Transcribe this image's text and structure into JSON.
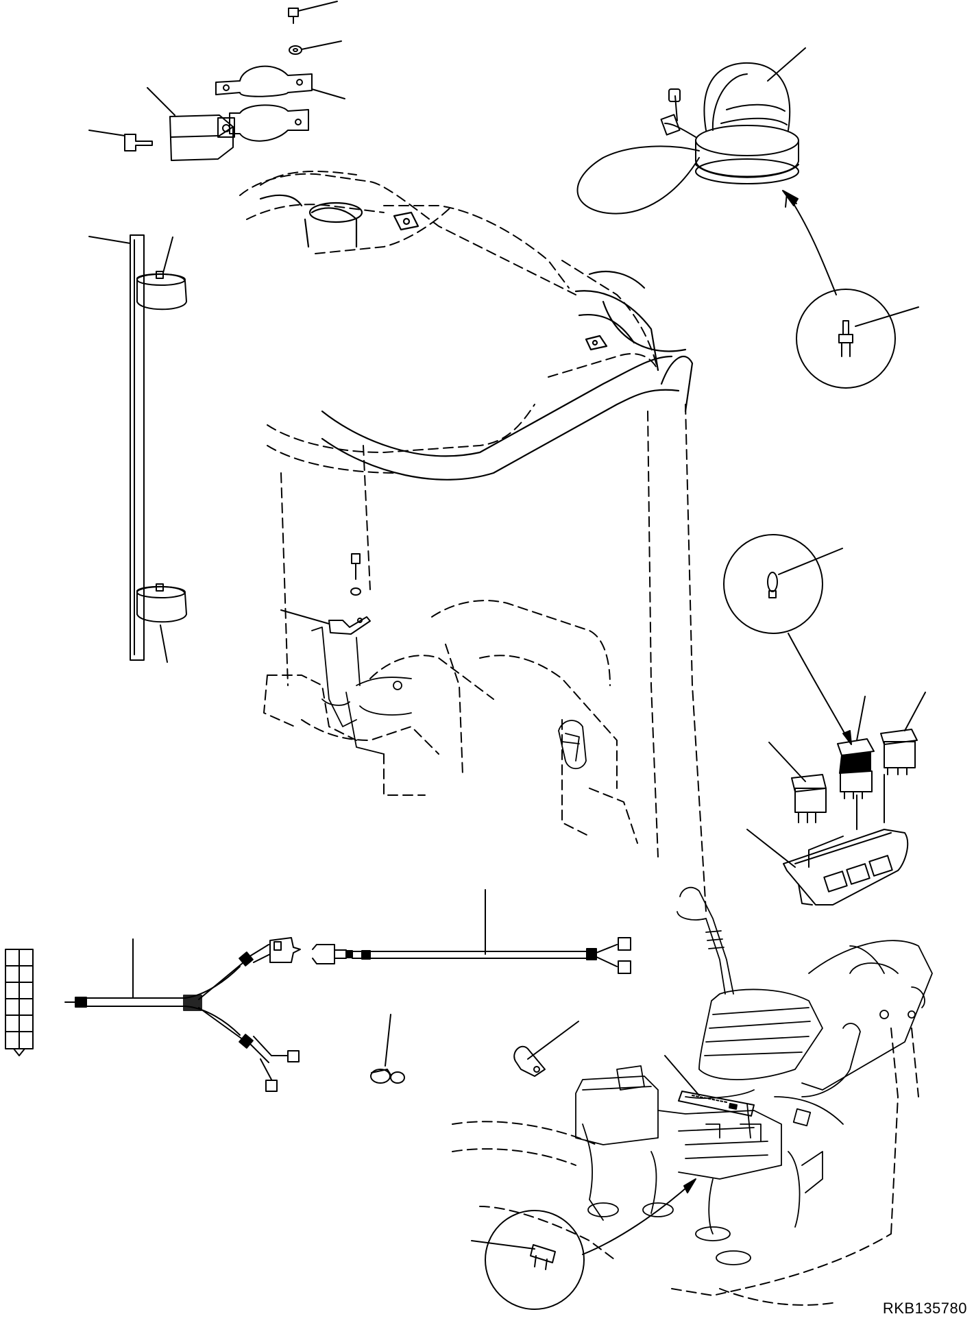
{
  "drawing": {
    "reference_code": "RKB135780"
  },
  "parts": [
    {
      "name": "bolt-top"
    },
    {
      "name": "washer-top"
    },
    {
      "name": "bracket-clamp"
    },
    {
      "name": "beacon-mount-box"
    },
    {
      "name": "pin-connector"
    },
    {
      "name": "rotating-beacon-lamp"
    },
    {
      "name": "halogen-bulb"
    },
    {
      "name": "mounting-pole"
    },
    {
      "name": "pole-clamp-upper"
    },
    {
      "name": "pole-clamp-lower"
    },
    {
      "name": "cab-bracket"
    },
    {
      "name": "rocker-switch-left"
    },
    {
      "name": "rocker-switch-center"
    },
    {
      "name": "rocker-switch-right"
    },
    {
      "name": "switch-panel"
    },
    {
      "name": "switch-bulb"
    },
    {
      "name": "wiring-harness-main"
    },
    {
      "name": "wiring-harness-extension"
    },
    {
      "name": "hose-clip"
    },
    {
      "name": "cable-clip"
    },
    {
      "name": "fuse-label"
    },
    {
      "name": "blade-fuse"
    }
  ]
}
